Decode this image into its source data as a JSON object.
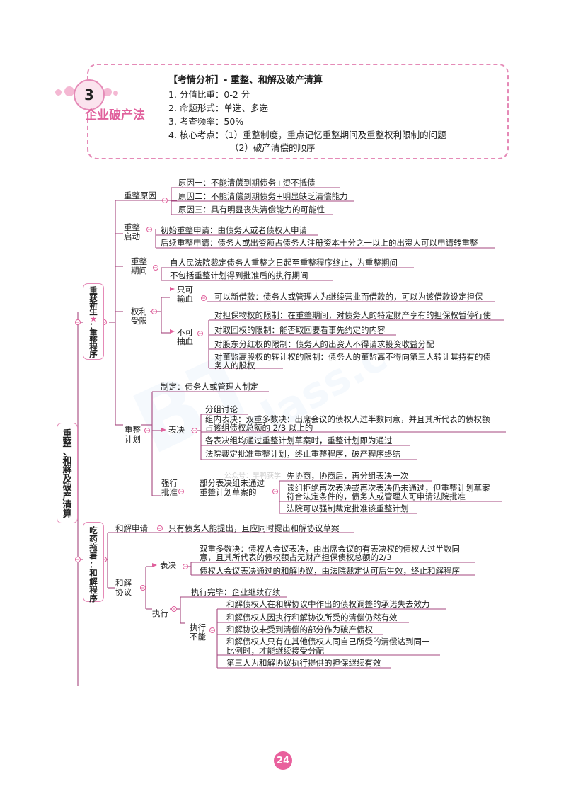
{
  "header": {
    "chapter_number": "3",
    "chapter_title": "企业破产法",
    "title": "【考情分析】- 重整、和解及破产清算",
    "lines": [
      "1. 分值比重：0-2 分",
      "2. 命题形式：单选、多选",
      "3. 考查频率：50%",
      "4. 核心考点：（1）重整制度，重点记忆重整期间及重整权利限制的问题",
      "（2）破产清偿的顺序"
    ]
  },
  "root": [
    "重",
    "整",
    "、",
    "和",
    "解",
    "及",
    "破",
    "产",
    "清",
    "算"
  ],
  "chong": [
    "重",
    "获",
    "新",
    "生",
    "★",
    "：",
    "重",
    "整",
    "程",
    "序"
  ],
  "hejie": [
    "吃",
    "药",
    "拖",
    "着",
    "：",
    "和",
    "解",
    "程",
    "序"
  ],
  "nodes": {
    "zz_yuanyin": "重整原因",
    "yy1": "原因一：不能清偿到期债务+资不抵债",
    "yy2": "原因二：不能清偿到期债务+明显缺乏清偿能力",
    "yy3": "原因三：具有明显丧失清偿能力的可能性",
    "qidong_a": "重整",
    "qidong_b": "启动",
    "qd1": "初始重整申请：由债务人或者债权人申请",
    "qd2": "后续重整申请：债务人或出资额占债务人注册资本十分之一以上的出资人可以申请转重整",
    "qijian_a": "重整",
    "qijian_b": "期间",
    "qj1": "自人民法院裁定债务人重整之日起至重整程序终止，为重整期间",
    "qj2": "不包括重整计划得到批准后的执行期间",
    "quanli_a": "权利",
    "quanli_b": "受限",
    "shuxue_a": "只可",
    "shuxue_b": "输血",
    "sx1": "可以新借款：债务人或管理人为继续营业而借款的，可以为该借款设定担保",
    "chouxue_a": "不可",
    "chouxue_b": "抽血",
    "cx1": "对担保物权的限制：在重整期间，对债务人的特定财产享有的担保权暂停行使",
    "cx2": "对取回权的限制：能否取回要看事先约定的内容",
    "cx3": "对股东分红权的限制：债务人的出资人不得请求投资收益分配",
    "cx4a": "对董监高股权的转让权的限制：债务人的董监高不得向第三人转让其持有的债",
    "cx4b": "务人的股权",
    "jihua_a": "重整",
    "jihua_b": "计划",
    "jh_zhiding": "制定：债务人或管理人制定",
    "jh_biaojue": "表决",
    "bj1": "分组讨论",
    "bj2a": "组内表决：双重多数决：出席会议的债权人过半数同意，并且其所代表的债权额",
    "bj2b": "占该组债权总额的 2/3 以上的",
    "bj3": "各表决组均通过重整计划草案时，重整计划即为通过",
    "bj4": "法院裁定批准重整计划，终止重整程序，破产程序终结",
    "qiangxing_a": "强行",
    "qiangxing_b": "批准",
    "bufen_a": "部分表决组未通过",
    "bufen_b": "重整计划草案的",
    "qx1": "先协商，协商后，再分组表决一次",
    "qx2a": "该组拒绝再次表决或再次表决仍未通过，但重整计划草案",
    "qx2b": "符合法定条件的，债务人或管理人可申请法院批准",
    "qx3": "法院可以强制裁定批准该重整计划",
    "hj_shenqing": "和解申请",
    "hj_sq1": "只有债务人能提出，且应同时提出和解协议草案",
    "xieyi_a": "和解",
    "xieyi_b": "协议",
    "xy_biaojue": "表决",
    "xy_bj1a": "双重多数决：债权人会议表决，由出席会议的有表决权的债权人过半数同",
    "xy_bj1b": "意，且其所代表的债权额占无财产担保债权总额的2/3",
    "xy_bj2": "债权人会议表决通过的和解协议，由法院裁定认可后生效，终止和解程序",
    "zhixing": "执行",
    "zx_wanbi": "执行完毕：企业继续存续",
    "buneng_a": "执行",
    "buneng_b": "不能",
    "bn1": "和解债权人在和解协议中作出的债权调整的承诺失去效力",
    "bn2": "和解债权人因执行和解协议所受的清偿仍然有效",
    "bn3": "和解协议未受到清偿的部分作为破产债权",
    "bn4a": "和解债权人只有在其他债权人同自己所受的清偿达到同一",
    "bn4b": "比例时，才能继续接受分配",
    "bn5": "第三人为和解协议执行提供的担保继续有效"
  },
  "watermark_caption": "公众号：早鸭获学",
  "page_number": "24",
  "colors": {
    "accent": "#e0609c",
    "line": "#a5477f",
    "border": "#e58ab7"
  }
}
